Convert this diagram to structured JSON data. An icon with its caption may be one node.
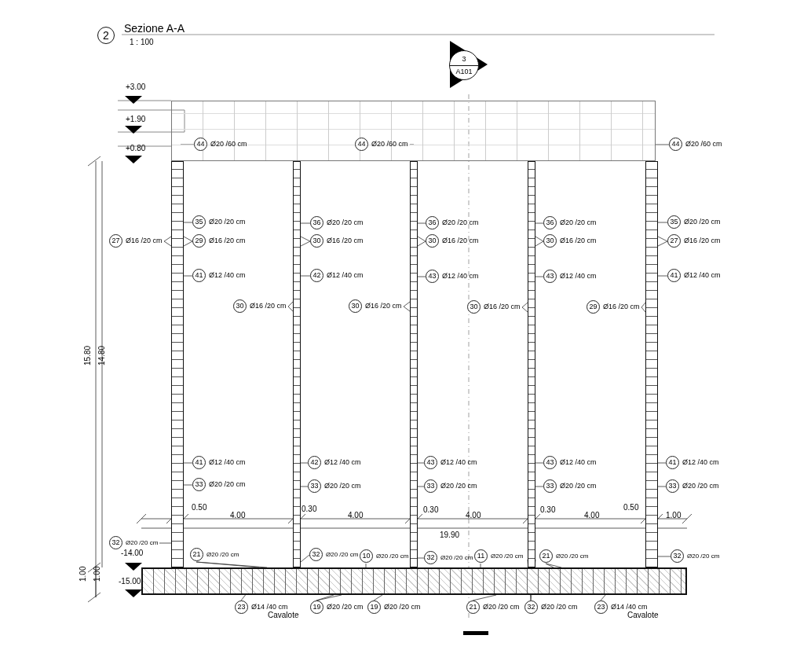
{
  "diagram": {
    "title": "Sezione A-A",
    "nodes": [
      {
        "text": [
          "3",
          "A101"
        ]
      },
      {
        "text": [],
        "shape": "box"
      },
      {
        "text": [],
        "shape": "bar"
      },
      {
        "text": [],
        "shape": "bar"
      },
      {
        "text": [],
        "shape": "bar"
      },
      {
        "text": [],
        "shape": "bar"
      },
      {
        "text": [],
        "shape": "bar"
      },
      {
        "text": [],
        "shape": "box"
      },
      {
        "text": [
          "44",
          "Ø20 /60 cm"
        ],
        "in": 1
      },
      {
        "text": [
          "44",
          "Ø20 /60 cm"
        ],
        "in": 1
      },
      {
        "text": [
          "44",
          "Ø20 /60 cm"
        ]
      },
      {
        "text": [
          "35",
          "Ø20 /20 cm"
        ]
      },
      {
        "text": [
          "36",
          "Ø20 /20 cm"
        ]
      },
      {
        "text": [
          "36",
          "Ø20 /20 cm"
        ]
      },
      {
        "text": [
          "36",
          "Ø20 /20 cm"
        ]
      },
      {
        "text": [
          "35",
          "Ø20 /20 cm"
        ]
      },
      {
        "text": [
          "27",
          "Ø16 /20 cm"
        ]
      },
      {
        "text": [
          "29",
          "Ø16 /20 cm"
        ]
      },
      {
        "text": [
          "30",
          "Ø16 /20 cm"
        ]
      },
      {
        "text": [
          "30",
          "Ø16 /20 cm"
        ]
      },
      {
        "text": [
          "30",
          "Ø16 /20 cm"
        ]
      },
      {
        "text": [
          "27",
          "Ø16 /20 cm"
        ]
      },
      {
        "text": [
          "41",
          "Ø12 /40 cm"
        ]
      },
      {
        "text": [
          "42",
          "Ø12 /40 cm"
        ]
      },
      {
        "text": [
          "43",
          "Ø12 /40 cm"
        ]
      },
      {
        "text": [
          "43",
          "Ø12 /40 cm"
        ]
      },
      {
        "text": [
          "41",
          "Ø12 /40 cm"
        ]
      },
      {
        "text": [
          "30",
          "Ø16 /20 cm"
        ]
      },
      {
        "text": [
          "30",
          "Ø16 /20 cm"
        ]
      },
      {
        "text": [
          "30",
          "Ø16 /20 cm"
        ]
      },
      {
        "text": [
          "29",
          "Ø16 /20 cm"
        ]
      },
      {
        "text": [
          "41",
          "Ø12 /40 cm"
        ]
      },
      {
        "text": [
          "42",
          "Ø12 /40 cm"
        ]
      },
      {
        "text": [
          "43",
          "Ø12 /40 cm"
        ]
      },
      {
        "text": [
          "43",
          "Ø12 /40 cm"
        ]
      },
      {
        "text": [
          "41",
          "Ø12 /40 cm"
        ]
      },
      {
        "text": [
          "33",
          "Ø20 /20 cm"
        ]
      },
      {
        "text": [
          "33",
          "Ø20 /20 cm"
        ]
      },
      {
        "text": [
          "33",
          "Ø20 /20 cm"
        ]
      },
      {
        "text": [
          "33",
          "Ø20 /20 cm"
        ]
      },
      {
        "text": [
          "33",
          "Ø20 /20 cm"
        ]
      },
      {
        "text": [
          "32",
          "Ø20 /20 cm"
        ]
      },
      {
        "text": [
          "21",
          "Ø20 /20 cm"
        ]
      },
      {
        "text": [
          "32",
          "Ø20 /20 cm"
        ]
      },
      {
        "text": [
          "10",
          "Ø20 /20 cm"
        ]
      },
      {
        "text": [
          "32",
          "Ø20 /20 cm"
        ]
      },
      {
        "text": [
          "11",
          "Ø20 /20 cm"
        ]
      },
      {
        "text": [
          "21",
          "Ø20 /20 cm"
        ]
      },
      {
        "text": [
          "32",
          "Ø20 /20 cm"
        ]
      },
      {
        "text": [
          "23",
          "Ø14 /40 cm",
          "Cavalote"
        ]
      },
      {
        "text": [
          "19",
          "Ø20 /20 cm"
        ]
      },
      {
        "text": [
          "19",
          "Ø20 /20 cm"
        ]
      },
      {
        "text": [
          "21",
          "Ø20 /20 cm"
        ]
      },
      {
        "text": [
          "32",
          "Ø20 /20 cm"
        ]
      },
      {
        "text": [
          "23",
          "Ø14 /40 cm",
          "Cavalote"
        ]
      }
    ],
    "edges": [
      {
        "from": 8,
        "to": 1,
        "arrow": "none"
      },
      {
        "from": 9,
        "to": 1,
        "arrow": "none"
      },
      {
        "from": 10,
        "to": 1,
        "arrow": "none"
      },
      {
        "from": 11,
        "to": 2,
        "arrow": "none"
      },
      {
        "from": 12,
        "to": 3,
        "arrow": "none"
      },
      {
        "from": 13,
        "to": 4,
        "arrow": "none"
      },
      {
        "from": 14,
        "to": 5,
        "arrow": "none"
      },
      {
        "from": 15,
        "to": 6,
        "arrow": "none"
      },
      {
        "from": 16,
        "to": 2,
        "arrow": "none"
      },
      {
        "from": 16,
        "to": 2,
        "arrow": "none"
      },
      {
        "from": 17,
        "to": 2,
        "arrow": "none"
      },
      {
        "from": 17,
        "to": 2,
        "arrow": "none"
      },
      {
        "from": 18,
        "to": 3,
        "arrow": "none"
      },
      {
        "from": 18,
        "to": 3,
        "arrow": "none"
      },
      {
        "from": 19,
        "to": 4,
        "arrow": "none"
      },
      {
        "from": 19,
        "to": 4,
        "arrow": "none"
      },
      {
        "from": 20,
        "to": 5,
        "arrow": "none"
      },
      {
        "from": 20,
        "to": 5,
        "arrow": "none"
      },
      {
        "from": 21,
        "to": 6,
        "arrow": "none"
      },
      {
        "from": 21,
        "to": 6,
        "arrow": "none"
      },
      {
        "from": 22,
        "to": 2,
        "arrow": "none"
      },
      {
        "from": 23,
        "to": 3,
        "arrow": "none"
      },
      {
        "from": 24,
        "to": 4,
        "arrow": "none"
      },
      {
        "from": 25,
        "to": 5,
        "arrow": "none"
      },
      {
        "from": 26,
        "to": 6,
        "arrow": "none"
      },
      {
        "from": 27,
        "to": 3,
        "arrow": "none"
      },
      {
        "from": 27,
        "to": 3,
        "arrow": "none"
      },
      {
        "from": 28,
        "to": 4,
        "arrow": "none"
      },
      {
        "from": 28,
        "to": 4,
        "arrow": "none"
      },
      {
        "from": 29,
        "to": 5,
        "arrow": "none"
      },
      {
        "from": 29,
        "to": 5,
        "arrow": "none"
      },
      {
        "from": 30,
        "to": 6,
        "arrow": "none"
      },
      {
        "from": 30,
        "to": 6,
        "arrow": "none"
      },
      {
        "from": 31,
        "to": 2,
        "arrow": "none"
      },
      {
        "from": 32,
        "to": 3,
        "arrow": "none"
      },
      {
        "from": 33,
        "to": 4,
        "arrow": "none"
      },
      {
        "from": 34,
        "to": 5,
        "arrow": "none"
      },
      {
        "from": 35,
        "to": 6,
        "arrow": "none"
      },
      {
        "from": 36,
        "to": 2,
        "arrow": "none"
      },
      {
        "from": 37,
        "to": 3,
        "arrow": "none"
      },
      {
        "from": 38,
        "to": 4,
        "arrow": "none"
      },
      {
        "from": 39,
        "to": 5,
        "arrow": "none"
      },
      {
        "from": 40,
        "to": 6,
        "arrow": "none"
      },
      {
        "from": 41,
        "to": 2,
        "arrow": "none"
      },
      {
        "from": 42,
        "to": 7,
        "arrow": "none"
      },
      {
        "from": 42,
        "to": 7,
        "arrow": "none"
      },
      {
        "from": 43,
        "to": 3,
        "arrow": "none"
      },
      {
        "from": 44,
        "to": 7,
        "arrow": "none"
      },
      {
        "from": 45,
        "to": 4,
        "arrow": "none"
      },
      {
        "from": 46,
        "to": 7,
        "arrow": "none"
      },
      {
        "from": 47,
        "to": 7,
        "arrow": "none"
      },
      {
        "from": 47,
        "to": 7,
        "arrow": "none"
      },
      {
        "from": 48,
        "to": 6,
        "arrow": "none"
      },
      {
        "from": 49,
        "to": 7,
        "arrow": "none"
      },
      {
        "from": 50,
        "to": 7,
        "arrow": "none"
      },
      {
        "from": 50,
        "to": 7,
        "arrow": "none"
      },
      {
        "from": 51,
        "to": 7,
        "arrow": "none"
      },
      {
        "from": 52,
        "to": 7,
        "arrow": "none"
      },
      {
        "from": 53,
        "to": 5,
        "arrow": "none"
      },
      {
        "from": 53,
        "to": 5,
        "arrow": "none"
      },
      {
        "from": 54,
        "to": 7,
        "arrow": "none"
      }
    ],
    "labels": [
      "2",
      "1 : 100",
      "+3.00",
      "+1.90",
      "+0.80",
      "15.80",
      "14.80",
      "1.00",
      "0.50",
      "4.00",
      "0.30",
      "4.00",
      "0.30",
      "4.00",
      "0.30",
      "4.00",
      "0.50",
      "1.00",
      "19.90",
      "-14.00",
      "-15.00",
      "1.00"
    ]
  }
}
